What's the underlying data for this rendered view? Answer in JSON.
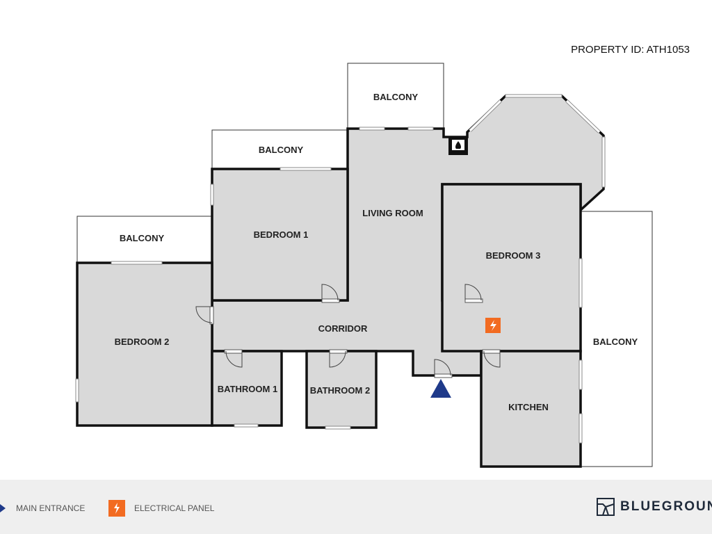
{
  "property_id": "PROPERTY ID: ATH1053",
  "rooms": {
    "balcony_top": "BALCONY",
    "balcony_bedroom1": "BALCONY",
    "balcony_bedroom2": "BALCONY",
    "balcony_right": "BALCONY",
    "living_room": "LIVING ROOM",
    "bedroom1": "BEDROOM 1",
    "bedroom2": "BEDROOM 2",
    "bedroom3": "BEDROOM 3",
    "corridor": "CORRIDOR",
    "bathroom1": "BATHROOM 1",
    "bathroom2": "BATHROOM 2",
    "kitchen": "KITCHEN"
  },
  "icons": {
    "fireplace": "fireplace-icon",
    "entrance": "triangle-icon",
    "electrical": "lightning-icon"
  },
  "legend": {
    "main_entrance": "MAIN ENTRANCE",
    "electrical_panel": "ELECTRICAL PANEL"
  },
  "brand": "BLUEGROUND",
  "colors": {
    "entrance": "#1f3a8a",
    "electrical": "#f26b21",
    "room_fill": "#d9d9d9"
  }
}
